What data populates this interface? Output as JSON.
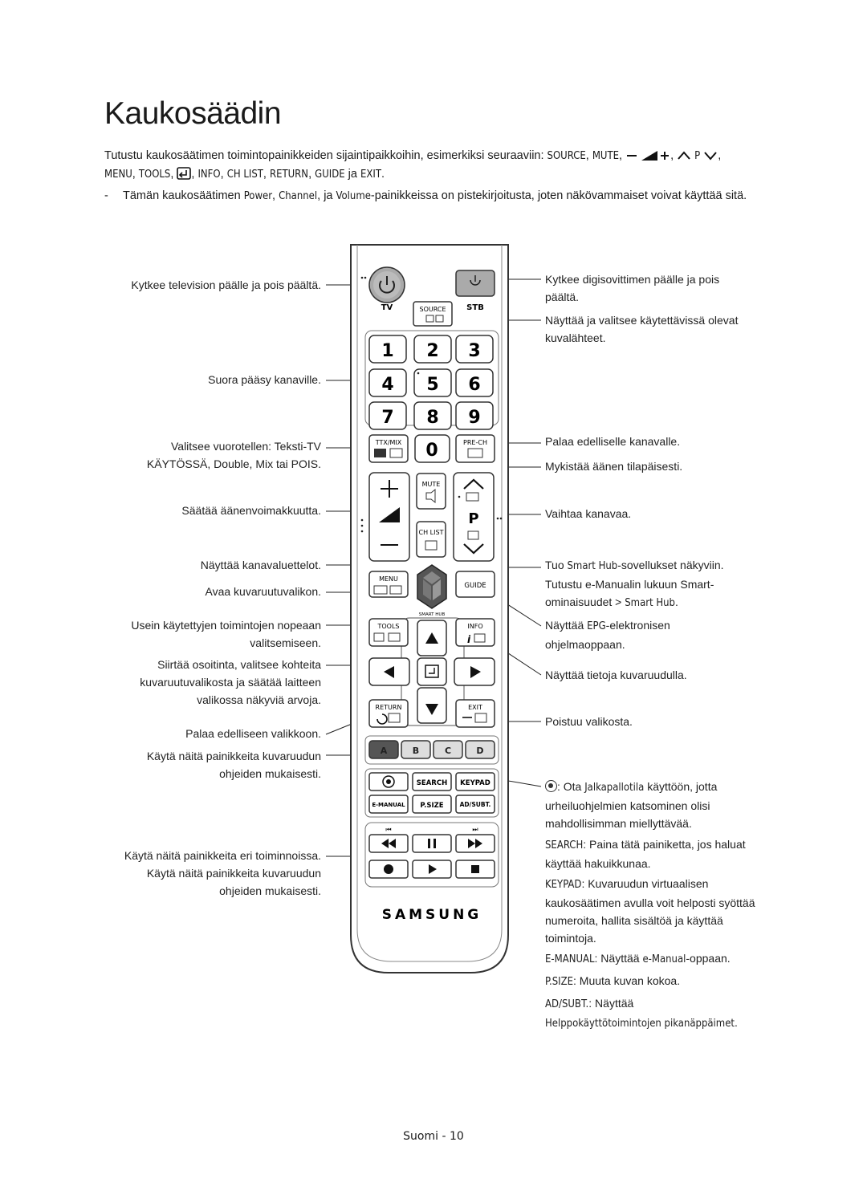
{
  "title": "Kaukosäädin",
  "intro": {
    "line1_start": "Tutustu kaukosäätimen toimintopainikkeiden sijaintipaikkoihin, esimerkiksi seuraaviin: ",
    "source": "SOURCE",
    "mute": "MUTE",
    "p_label": "P",
    "menu": "MENU",
    "tools": "TOOLS",
    "info": "INFO",
    "chlist": "CH LIST",
    "return": "RETURN",
    "guide": "GUIDE",
    "ja": "ja",
    "exit": "EXIT"
  },
  "note": {
    "dash": "-",
    "start": "Tämän kaukosäätimen ",
    "power": "Power",
    "channel": "Channel",
    "ja": "ja",
    "volume": "Volume",
    "end": "-painikkeissa on pistekirjoitusta, joten näkövammaiset voivat käyttää sitä."
  },
  "left_labels": {
    "tv_power": "Kytkee television päälle ja pois päältä.",
    "numbers": "Suora pääsy kanaville.",
    "ttx_1": "Valitsee vuorotellen: Teksti-TV",
    "ttx_2": "KÄYTÖSSÄ, Double, Mix tai POIS.",
    "volume": "Säätää äänenvoimakkuutta.",
    "chlist": "Näyttää kanavaluettelot.",
    "menu": "Avaa kuvaruutuvalikon.",
    "tools_1": "Usein käytettyjen toimintojen nopeaan",
    "tools_2": "valitsemiseen.",
    "nav_1": "Siirtää osoitinta, valitsee kohteita",
    "nav_2": "kuvaruutuvalikosta ja säätää laitteen",
    "nav_3": "valikossa näkyviä arvoja.",
    "return": "Palaa edelliseen valikkoon.",
    "abcd_1": "Käytä näitä painikkeita kuvaruudun",
    "abcd_2": "ohjeiden mukaisesti.",
    "media_1": "Käytä näitä painikkeita eri toiminnoissa.",
    "media_2": "Käytä näitä painikkeita kuvaruudun",
    "media_3": "ohjeiden mukaisesti."
  },
  "right_labels": {
    "stb_1": "Kytkee digisovittimen päälle ja pois",
    "stb_2": "päältä.",
    "source_1": "Näyttää ja valitsee käytettävissä olevat",
    "source_2": "kuvalähteet.",
    "prech": "Palaa edelliselle kanavalle.",
    "mute": "Mykistää äänen tilapäisesti.",
    "channel": "Vaihtaa kanavaa.",
    "smarthub_1a": "Tuo ",
    "smarthub_1b": "Smart Hub",
    "smarthub_1c": "-sovellukset näkyviin.",
    "smarthub_2a": "Tutustu e-Manualin lukuun ",
    "smarthub_2b": "Smart-",
    "smarthub_3a": "ominaisuudet",
    "smarthub_3b": " > ",
    "smarthub_3c": "Smart Hub",
    "smarthub_3d": ".",
    "guide_1a": "Näyttää ",
    "guide_1b": "EPG",
    "guide_1c": "-elektronisen",
    "guide_2": "ohjelmaoppaan.",
    "info": "Näyttää tietoja kuvaruudulla.",
    "exit": "Poistuu valikosta.",
    "football_1a": ": Ota ",
    "football_1b": "Jalkapallotila",
    "football_1c": " käyttöön, jotta",
    "football_2": "urheiluohjelmien katsominen olisi",
    "football_3": "mahdollisimman miellyttävää.",
    "search_1a": "SEARCH",
    "search_1b": ": Paina tätä painiketta, jos haluat",
    "search_2": "käyttää hakuikkunaa.",
    "keypad_1a": "KEYPAD",
    "keypad_1b": ": Kuvaruudun virtuaalisen",
    "keypad_2": "kaukosäätimen avulla voit helposti syöttää",
    "keypad_3": "numeroita, hallita sisältöä ja käyttää",
    "keypad_4": "toimintoja.",
    "emanual_a": "E-MANUAL",
    "emanual_b": ": Näyttää ",
    "emanual_c": "e-Manual",
    "emanual_d": "-oppaan.",
    "psize_a": "P.SIZE",
    "psize_b": ": Muuta kuvan kokoa.",
    "adsubt_a": "AD/SUBT.",
    "adsubt_b": ": Näyttää",
    "adsubt_2": "Helppokäyttötoimintojen pikanäppäimet",
    "adsubt_2b": "."
  },
  "remote": {
    "tv": "TV",
    "stb": "STB",
    "source": "SOURCE",
    "digits": [
      "1",
      "2",
      "3",
      "4",
      "5",
      "6",
      "7",
      "8",
      "9",
      "0"
    ],
    "ttx": "TTX/MIX",
    "prech": "PRE-CH",
    "mute": "MUTE",
    "chlist": "CH LIST",
    "p": "P",
    "menu": "MENU",
    "guide": "GUIDE",
    "smart_hub": "SMART HUB",
    "tools": "TOOLS",
    "info": "INFO",
    "return": "RETURN",
    "exit": "EXIT",
    "colors": [
      "A",
      "B",
      "C",
      "D"
    ],
    "search": "SEARCH",
    "keypad": "KEYPAD",
    "emanual": "E-MANUAL",
    "psize": "P.SIZE",
    "adsubt": "AD/SUBT.",
    "brand": "SAMSUNG",
    "color_a": "#c8423a",
    "color_b": "#4e9a3f",
    "color_c": "#e6c032",
    "color_d": "#3f6fb5"
  },
  "footer": {
    "lang": "Suomi",
    "sep": " - ",
    "page": "10"
  }
}
